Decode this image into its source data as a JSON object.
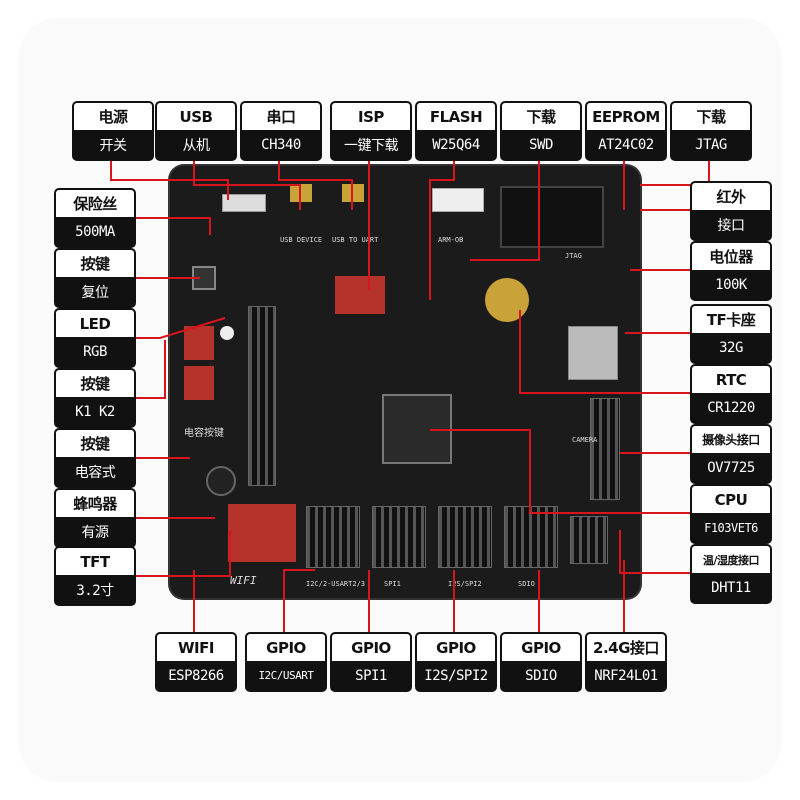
{
  "top_labels": [
    {
      "title": "电源",
      "value": "开关"
    },
    {
      "title": "USB",
      "value": "从机"
    },
    {
      "title": "串口",
      "value": "CH340"
    },
    {
      "title": "ISP",
      "value": "一键下载"
    },
    {
      "title": "FLASH",
      "value": "W25Q64"
    },
    {
      "title": "下载",
      "value": "SWD"
    },
    {
      "title": "EEPROM",
      "value": "AT24C02"
    },
    {
      "title": "下载",
      "value": "JTAG"
    }
  ],
  "left_labels": [
    {
      "title": "保险丝",
      "value": "500MA"
    },
    {
      "title": "按键",
      "value": "复位"
    },
    {
      "title": "LED",
      "value": "RGB"
    },
    {
      "title": "按键",
      "value": "K1 K2"
    },
    {
      "title": "按键",
      "value": "电容式"
    },
    {
      "title": "蜂鸣器",
      "value": "有源"
    },
    {
      "title": "TFT",
      "value": "3.2寸"
    }
  ],
  "right_labels": [
    {
      "title": "红外",
      "value": "接口"
    },
    {
      "title": "电位器",
      "value": "100K"
    },
    {
      "title": "TF卡座",
      "value": "32G"
    },
    {
      "title": "RTC",
      "value": "CR1220"
    },
    {
      "title": "摄像头接口",
      "value": "OV7725"
    },
    {
      "title": "CPU",
      "value": "F103VET6"
    },
    {
      "title": "温/湿度接口",
      "value": "DHT11"
    }
  ],
  "bottom_labels": [
    {
      "title": "WIFI",
      "value": "ESP8266"
    },
    {
      "title": "GPIO",
      "value": "I2C/USART"
    },
    {
      "title": "GPIO",
      "value": "SPI1"
    },
    {
      "title": "GPIO",
      "value": "I2S/SPI2"
    },
    {
      "title": "GPIO",
      "value": "SDIO"
    },
    {
      "title": "2.4G接口",
      "value": "NRF24L01"
    }
  ],
  "silkscreen": {
    "usb_device": "USB DEVICE",
    "usb_uart": "USB TO UART",
    "arm_ob": "ARM-OB",
    "jtag": "JTAG",
    "camera": "CAMERA",
    "wifi": "WIFI",
    "i2c": "I2C/2-USART2/3",
    "spi1": "SPI1",
    "i2s": "I2S/SPI2",
    "sdio": "SDIO",
    "touch": "电容按键"
  },
  "colors": {
    "line": "#d8141c",
    "board": "#1b1b1b"
  }
}
